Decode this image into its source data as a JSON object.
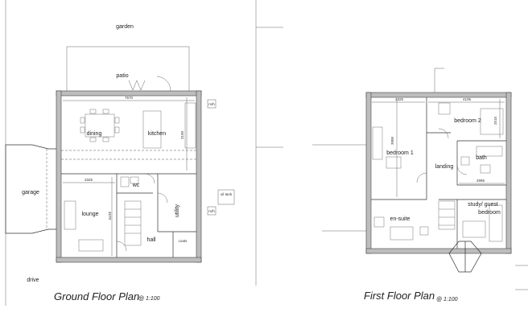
{
  "ground_floor": {
    "title": "Ground Floor Plan",
    "scale": "@ 1:100",
    "rooms": {
      "garden": "garden",
      "patio": "patio",
      "dining": "dining",
      "kitchen": "kitchen",
      "garage": "garage",
      "wc": "wc",
      "lounge": "lounge",
      "utility": "utility",
      "hall": "hall",
      "coats": "coats",
      "drive": "drive"
    },
    "dimensions": {
      "width_top": "7570",
      "height_kitchen": "3190",
      "width_lounge": "3325",
      "height_lounge": "4570"
    },
    "tags": {
      "mh_top": "m/h",
      "mh_side": "m/h",
      "oil_tank": "oil tank"
    }
  },
  "first_floor": {
    "title": "First Floor Plan",
    "scale": "@ 1:100",
    "rooms": {
      "bedroom1": "bedroom 1",
      "bedroom2": "bedroom 2",
      "bath": "bath",
      "landing": "landing",
      "study1": "study/ guest",
      "study2": "bedroom",
      "ensuite": "en-suite"
    },
    "dimensions": {
      "width_bed1": "3325",
      "width_bed2": "4105",
      "height_bed1": "3900",
      "height_bed2": "2515",
      "width_study": "2995"
    }
  }
}
